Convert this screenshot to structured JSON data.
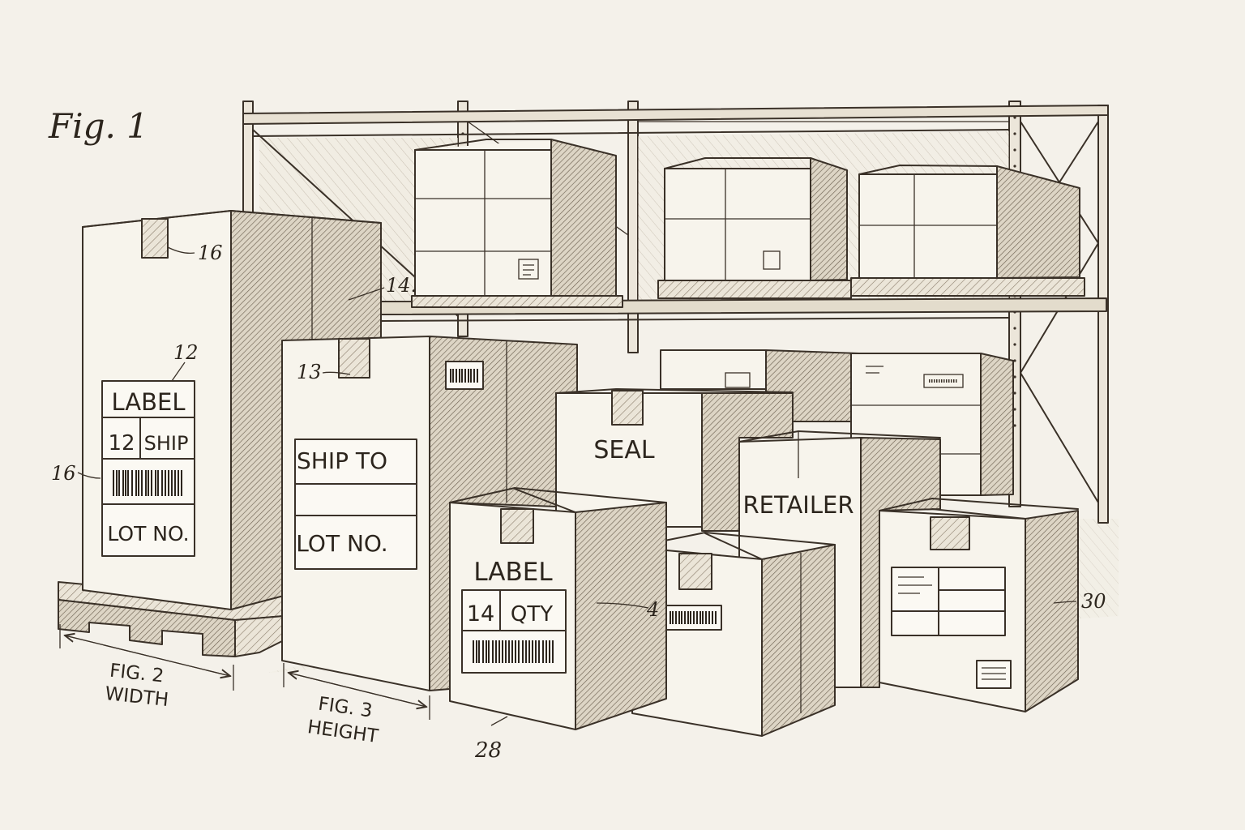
{
  "figure": {
    "title": "Fig. 1",
    "colors": {
      "paper": "#f4f1ea",
      "ink": "#3a3128",
      "light_face": "#f7f4ec",
      "hatch": "#8c7f6d"
    }
  },
  "labels": {
    "label_tall": "LABEL",
    "num_12_cell": "12",
    "ship": "SHIP",
    "lot_no_1": "LOT NO.",
    "ship_to": "SHIP TO",
    "lot_no_2": "LOT NO.",
    "seal": "SEAL",
    "retailer": "RETAILER",
    "label_front": "LABEL",
    "num_14_cell": "14",
    "qty": "QTY"
  },
  "callouts": {
    "c16_top": "16",
    "c16_left": "16",
    "c12": "12",
    "c14": "14.",
    "c13": "13",
    "c4": "4",
    "c30": "30",
    "c28": "28"
  },
  "dimensions": {
    "width_line1": "FIG. 2",
    "width_line2": "WIDTH",
    "height_line1": "FIG. 3",
    "height_line2": "HEIGHT"
  }
}
